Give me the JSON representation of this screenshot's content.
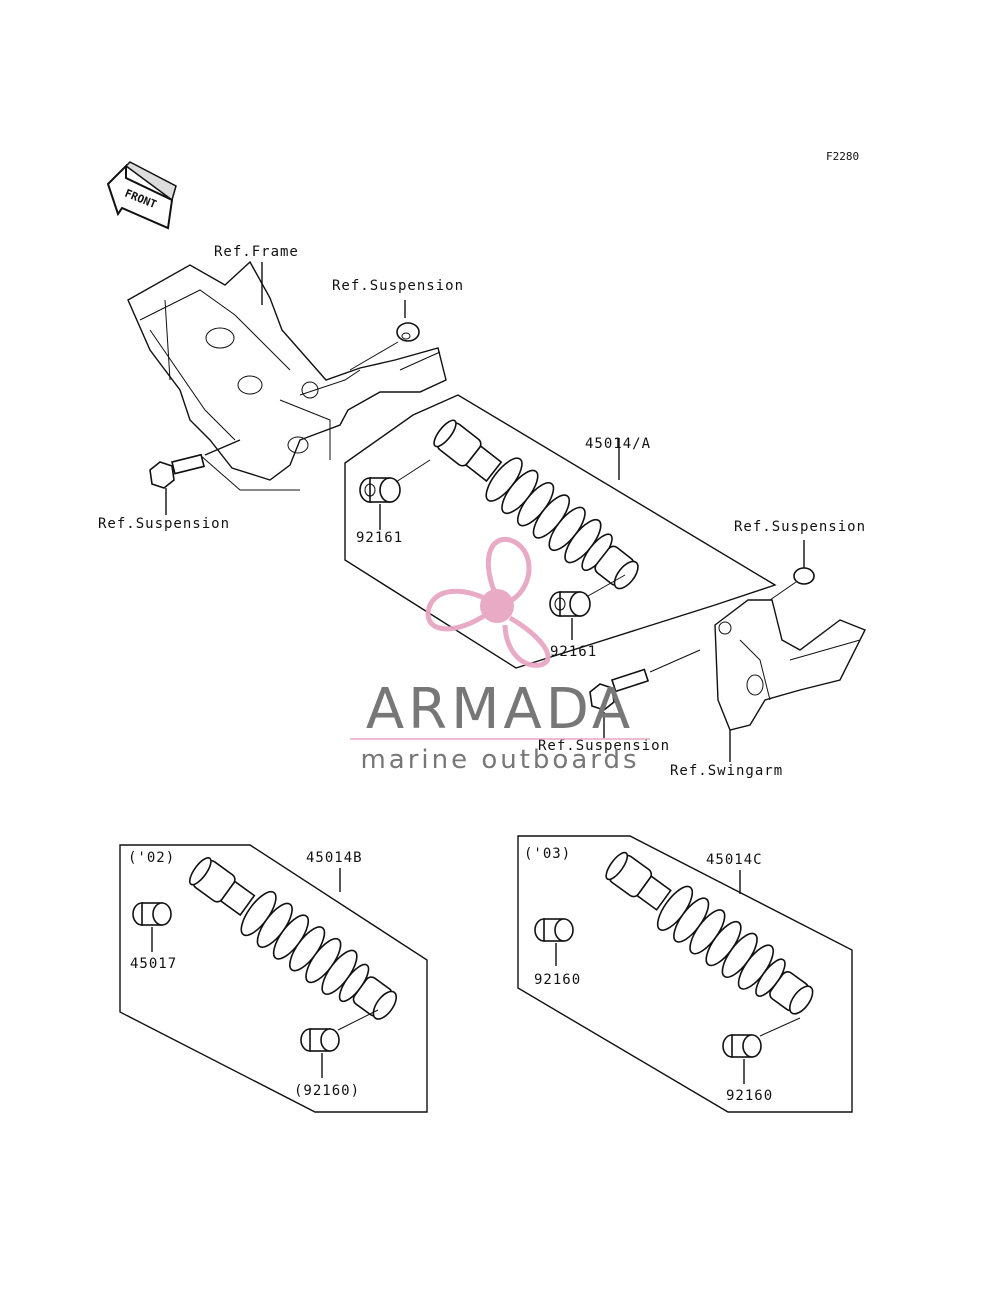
{
  "diagram": {
    "code": "F2280",
    "front_arrow": "FRONT",
    "labels": {
      "ref_frame": "Ref.Frame",
      "ref_suspension_top": "Ref.Suspension",
      "ref_suspension_left": "Ref.Suspension",
      "ref_suspension_right": "Ref.Suspension",
      "ref_suspension_bottom": "Ref.Suspension",
      "ref_swingarm": "Ref.Swingarm",
      "part_main_shock": "45014/A",
      "part_bushing_left": "92161",
      "part_bushing_right": "92161"
    },
    "inset_02": {
      "year": "('02)",
      "shock": "45014B",
      "bushing_top": "45017",
      "bushing_bottom": "(92160)"
    },
    "inset_03": {
      "year": "('03)",
      "shock": "45014C",
      "bushing_top": "92160",
      "bushing_bottom": "92160"
    }
  },
  "watermark": {
    "brand": "ARMADA",
    "tagline": "marine outboards",
    "logo_color": "#e8a6c4",
    "text_color": "#777777"
  }
}
